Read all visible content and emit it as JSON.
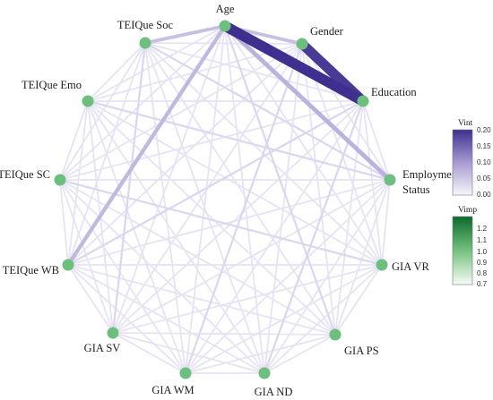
{
  "chart_data": {
    "type": "network",
    "nodes": [
      {
        "id": "age",
        "label": "Age"
      },
      {
        "id": "gender",
        "label": "Gender"
      },
      {
        "id": "education",
        "label": "Education"
      },
      {
        "id": "employment",
        "label": "Employment Status"
      },
      {
        "id": "gia_vr",
        "label": "GIA VR"
      },
      {
        "id": "gia_ps",
        "label": "GIA PS"
      },
      {
        "id": "gia_nd",
        "label": "GIA ND"
      },
      {
        "id": "gia_wm",
        "label": "GIA WM"
      },
      {
        "id": "gia_sv",
        "label": "GIA SV"
      },
      {
        "id": "teique_wb",
        "label": "TEIQue WB"
      },
      {
        "id": "teique_sc",
        "label": "TEIQue SC"
      },
      {
        "id": "teique_emo",
        "label": "TEIQue Emo"
      },
      {
        "id": "teique_soc",
        "label": "TEIQue Soc"
      }
    ],
    "node_color": "#6dbf7e",
    "strong_edges": [
      {
        "source": "age",
        "target": "education",
        "vint": 0.2
      },
      {
        "source": "gender",
        "target": "education",
        "vint": 0.19
      },
      {
        "source": "age",
        "target": "employment",
        "vint": 0.07
      },
      {
        "source": "age",
        "target": "teique_wb",
        "vint": 0.06
      },
      {
        "source": "age",
        "target": "teique_soc",
        "vint": 0.05
      },
      {
        "source": "age",
        "target": "gender",
        "vint": 0.05
      },
      {
        "source": "teique_soc",
        "target": "employment",
        "vint": 0.02
      },
      {
        "source": "teique_soc",
        "target": "gia_sv",
        "vint": 0.02
      },
      {
        "source": "teique_wb",
        "target": "education",
        "vint": 0.02
      },
      {
        "source": "gender",
        "target": "gia_wm",
        "vint": 0.02
      },
      {
        "source": "education",
        "target": "gia_nd",
        "vint": 0.02
      },
      {
        "source": "age",
        "target": "gia_ps",
        "vint": 0.02
      },
      {
        "source": "teique_sc",
        "target": "gia_vr",
        "vint": 0.02
      },
      {
        "source": "teique_emo",
        "target": "employment",
        "vint": 0.02
      }
    ],
    "background_edge_vint": 0.01,
    "legends": [
      {
        "title": "Vint",
        "ticks": [
          "0.20",
          "0.15",
          "0.10",
          "0.05",
          "0.00"
        ],
        "range": [
          0,
          0.2
        ],
        "color_low": "#f7f6fb",
        "color_high": "#3f2f8e"
      },
      {
        "title": "Vimp",
        "ticks": [
          "1.2",
          "1.1",
          "1.0",
          "0.9",
          "0.8",
          "0.7"
        ],
        "range": [
          0.7,
          1.27
        ],
        "color_low": "#f6fbf6",
        "color_high": "#0b6b2c"
      }
    ]
  }
}
